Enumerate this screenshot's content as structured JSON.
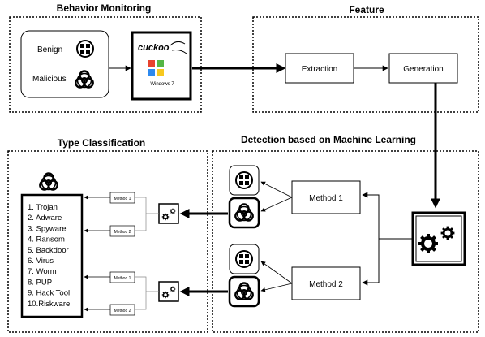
{
  "sections": {
    "behavior": "Behavior Monitoring",
    "feature": "Feature",
    "detection": "Detection based on Machine Learning",
    "classification": "Type Classification"
  },
  "samples": {
    "benign": "Benign",
    "malicious": "Malicious"
  },
  "sandbox": {
    "brand": "cuckoo",
    "os": "Windows 7"
  },
  "feature_steps": {
    "extraction": "Extraction",
    "generation": "Generation"
  },
  "detection_methods": {
    "method1": "Method 1",
    "method2": "Method 2"
  },
  "classifier_methods": {
    "method1": "Method 1",
    "method2": "Method 2"
  },
  "malware_types": [
    "1.  Trojan",
    "2.  Adware",
    "3.  Spyware",
    "4.  Ransom",
    "5.  Backdoor",
    "6.  Virus",
    "7.  Worm",
    "8.  PUP",
    "9.  Hack Tool",
    "10.Riskware"
  ],
  "icons": {
    "benign": "windows-logo-icon",
    "malicious": "biohazard-icon",
    "engine": "gears-icon"
  },
  "colors": {
    "line": "#000000",
    "background": "#ffffff"
  }
}
